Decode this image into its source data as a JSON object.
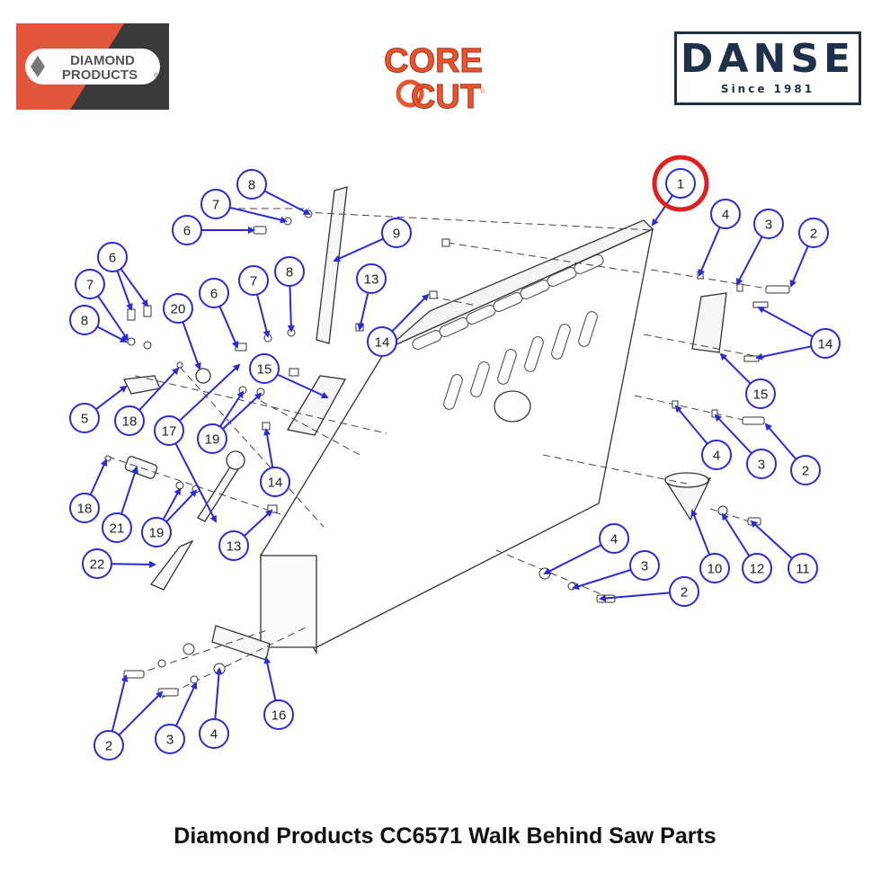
{
  "header": {
    "diamond_logo": {
      "line1": "DIAMOND",
      "line2": "PRODUCTS",
      "registered": "®"
    },
    "corecut_logo": {
      "line1": "CORE",
      "line2": "CUT",
      "trademark": "®"
    },
    "danse_logo": {
      "name": "DANSE",
      "since": "Since 1981"
    }
  },
  "colors": {
    "callout": "#2b2bd6",
    "highlight": "#e02020",
    "diamond_red": "#e1553b",
    "diamond_dark": "#3a3a3a",
    "corecut_orange": "#e8542d",
    "danse_navy": "#1f3049"
  },
  "caption": "Diamond Products CC6571 Walk Behind Saw Parts",
  "diagram": {
    "highlighted_part": "1",
    "callouts": [
      "1",
      "2",
      "3",
      "4",
      "2",
      "3",
      "4",
      "14",
      "15",
      "14",
      "13",
      "9",
      "8",
      "7",
      "6",
      "6",
      "7",
      "8",
      "5",
      "20",
      "18",
      "7",
      "8",
      "6",
      "17",
      "19",
      "15",
      "14",
      "13",
      "18",
      "21",
      "19",
      "22",
      "10",
      "12",
      "11",
      "4",
      "3",
      "2",
      "16",
      "2",
      "3",
      "4"
    ]
  }
}
